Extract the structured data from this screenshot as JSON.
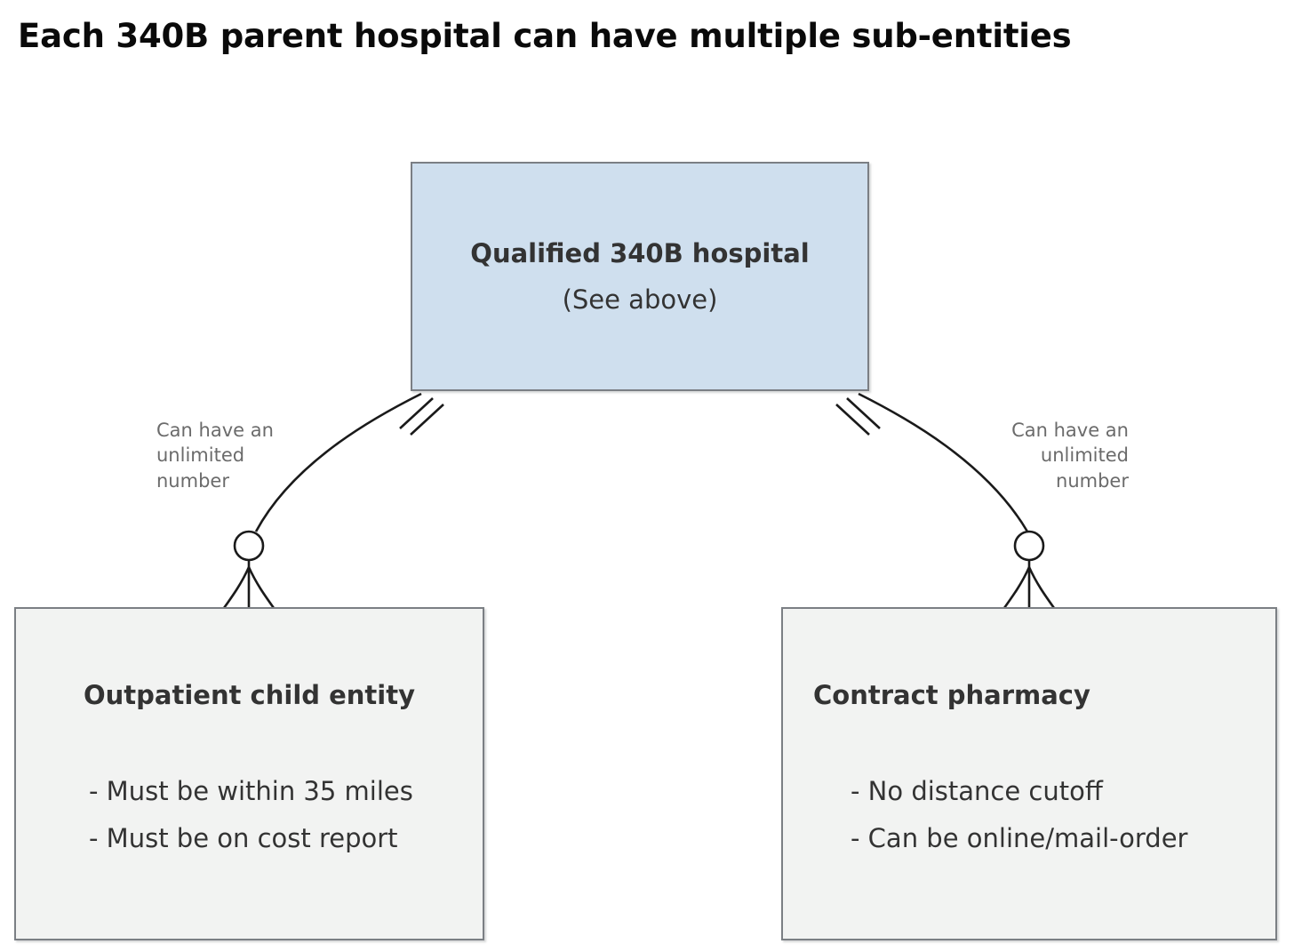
{
  "page": {
    "title": "Each 340B parent hospital can have multiple sub-entities",
    "background_color": "#ffffff"
  },
  "colors": {
    "parent_box_fill": "#cfdfee",
    "child_box_fill": "#f2f3f2",
    "box_border": "#7b7f84",
    "text": "#333333",
    "title_text": "#0a0a0a",
    "edge_label_text": "#6b6b6b",
    "connector_stroke": "#1a1a1a"
  },
  "diagram": {
    "type": "entity-relationship",
    "notation": "crow's-foot",
    "parent": {
      "title": "Qualified 340B hospital",
      "subtitle": "(See above)"
    },
    "children": [
      {
        "id": "outpatient-child-entity",
        "title": "Outpatient child entity",
        "title_align": "center",
        "bullets": [
          "- Must be within 35 miles",
          "- Must be on cost report"
        ],
        "edge_label": "Can have an\nunlimited\nnumber",
        "edge_label_align": "left",
        "parent_end_cardinality": "one-and-only-one",
        "child_end_cardinality": "zero-or-more"
      },
      {
        "id": "contract-pharmacy",
        "title": "Contract pharmacy",
        "title_align": "left",
        "bullets": [
          "- No distance cutoff",
          "- Can be online/mail-order"
        ],
        "edge_label": "Can have an\nunlimited\nnumber",
        "edge_label_align": "right",
        "parent_end_cardinality": "one-and-only-one",
        "child_end_cardinality": "zero-or-more"
      }
    ]
  }
}
